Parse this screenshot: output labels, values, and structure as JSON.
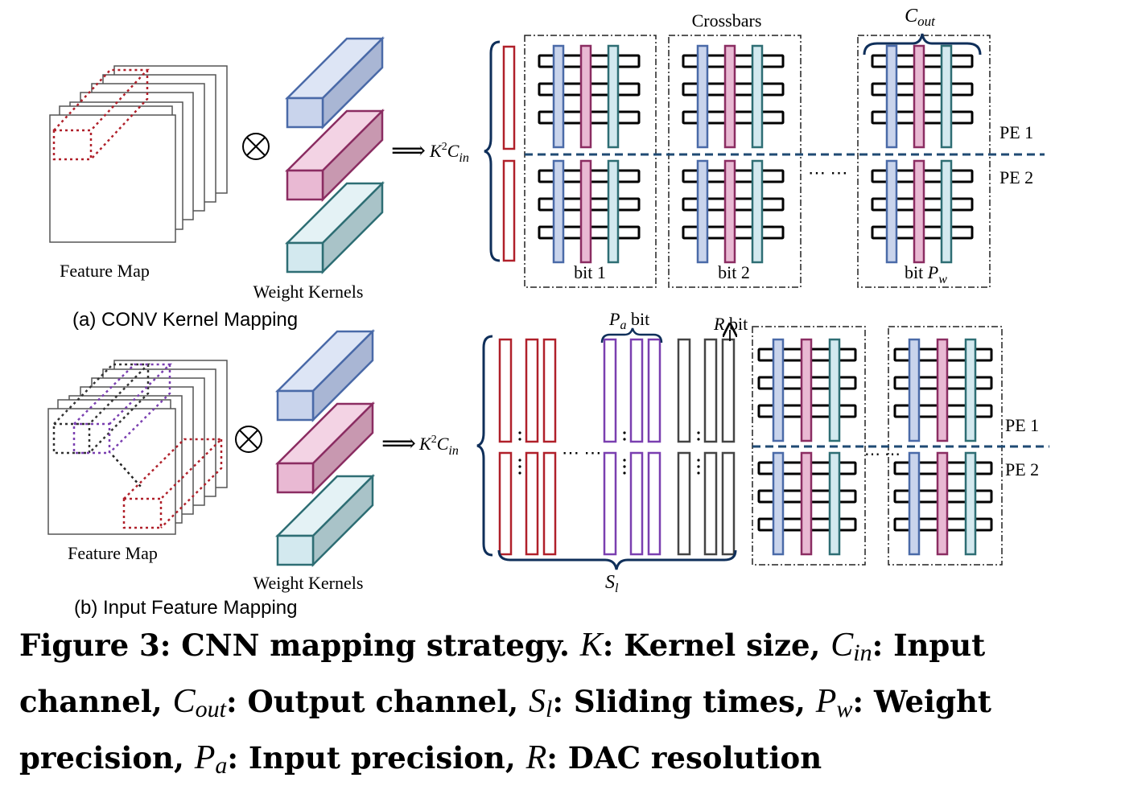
{
  "panel_a": {
    "feature_map_label": "Feature Map",
    "weight_kernels_label": "Weight Kernels",
    "subtitle": "(a) CONV Kernel Mapping",
    "dim_label": "K",
    "dim_sup": "2",
    "dim_c": "C",
    "dim_sub": "in",
    "crossbars_title": "Crossbars",
    "cout_label": "C",
    "cout_sub": "out",
    "bit_labels": [
      "bit 1",
      "bit 2",
      "bit "
    ],
    "bit_last_var": "P",
    "bit_last_sub": "w",
    "pe_labels": [
      "PE 1",
      "PE 2"
    ],
    "ellipsis": "⋯ ⋯"
  },
  "panel_b": {
    "feature_map_label": "Feature Map",
    "weight_kernels_label": "Weight Kernels",
    "subtitle": "(b) Input Feature Mapping",
    "dim_label": "K",
    "dim_sup": "2",
    "dim_c": "C",
    "dim_sub": "in",
    "pa_var": "P",
    "pa_sub": "a",
    "pa_suffix": " bit",
    "r_var": "R",
    "r_suffix": " bit",
    "sl_var": "S",
    "sl_sub": "l",
    "pe_labels": [
      "PE 1",
      "PE 2"
    ],
    "ellipsis": "⋯ ⋯"
  },
  "caption": {
    "fig_label": "Figure 3: CNN mapping strategy. ",
    "k_var": "K",
    "k_desc": ": Kernel size, ",
    "cin_var": "C",
    "cin_sub": "in",
    "cin_desc": ": Input channel, ",
    "cout_var": "C",
    "cout_sub": "out",
    "cout_desc": ": Output channel, ",
    "sl_var": "S",
    "sl_sub": "l",
    "sl_desc": ": Sliding times, ",
    "pw_var": "P",
    "pw_sub": "w",
    "pw_desc": ": Weight precision, ",
    "pa_var": "P",
    "pa_sub": "a",
    "pa_desc": ": Input precision, ",
    "r_var": "R",
    "r_desc": ": DAC resolution"
  },
  "colors": {
    "blue_stroke": "#4a6aa8",
    "blue_fill": "#c9d4ec",
    "pink_stroke": "#8b2d62",
    "pink_fill": "#e9b9d3",
    "teal_stroke": "#2e6e74",
    "teal_fill": "#d3e9ef",
    "red": "#b0202a",
    "purple": "#7a3fb0",
    "gray": "#444444",
    "navy": "#0f2f5a",
    "pe_line": "#1f4a73"
  }
}
